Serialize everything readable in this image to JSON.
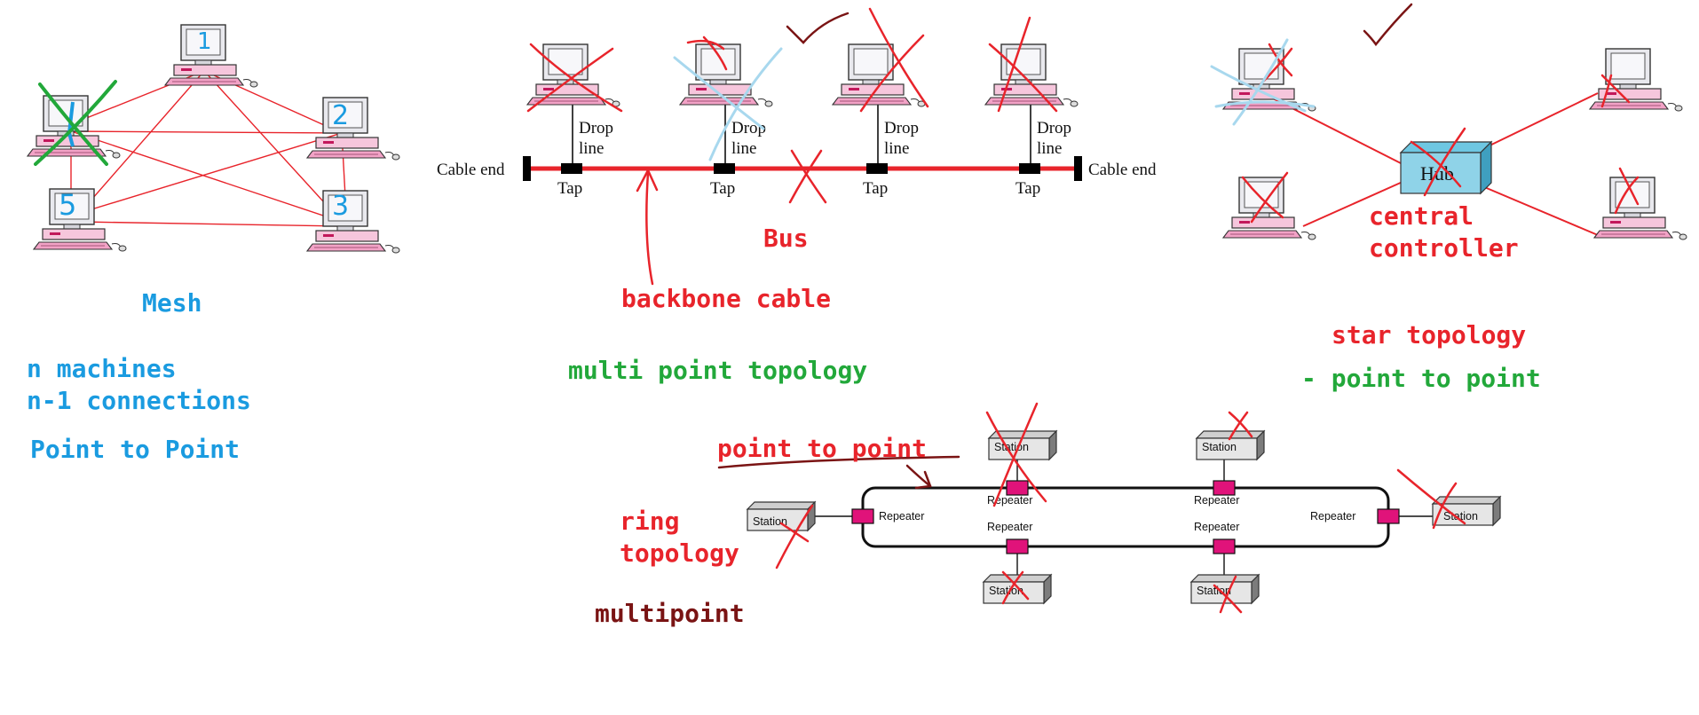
{
  "colors": {
    "mesh_blue": "#1a9be0",
    "ink_red": "#e8242b",
    "ink_green": "#22a83a",
    "dark_red": "#7a1414",
    "light_blue": "#a8d8ee",
    "tap_black": "#000000",
    "repeater_pink": "#e0137a",
    "hub_fill": "#8fd3e8"
  },
  "icons": [
    "computer-icon",
    "hub-icon",
    "station-box-icon",
    "repeater-icon",
    "cross-mark",
    "check-mark"
  ],
  "mesh": {
    "nodes": [
      "1",
      "2",
      "3",
      "5"
    ],
    "title": "Mesh",
    "note_machines": "n machines",
    "note_connections": "n-1 connections",
    "note_type": "Point to Point"
  },
  "bus": {
    "cable_end_left": "Cable end",
    "cable_end_right": "Cable end",
    "drop_line_1": "Drop",
    "drop_line_2": "line",
    "tap": "Tap",
    "title": "Bus",
    "backbone": "backbone cable",
    "note_type_1": "multi",
    "note_type_2": "point topology"
  },
  "star": {
    "hub": "Hub",
    "central_1": "central",
    "central_2": "controller",
    "title": "star topology",
    "note_type": "- point to point"
  },
  "ring": {
    "station": "Station",
    "repeater": "Repeater",
    "note_ptp": "point to point",
    "title_1": "ring",
    "title_2": "topology",
    "note_multi": "multipoint"
  }
}
